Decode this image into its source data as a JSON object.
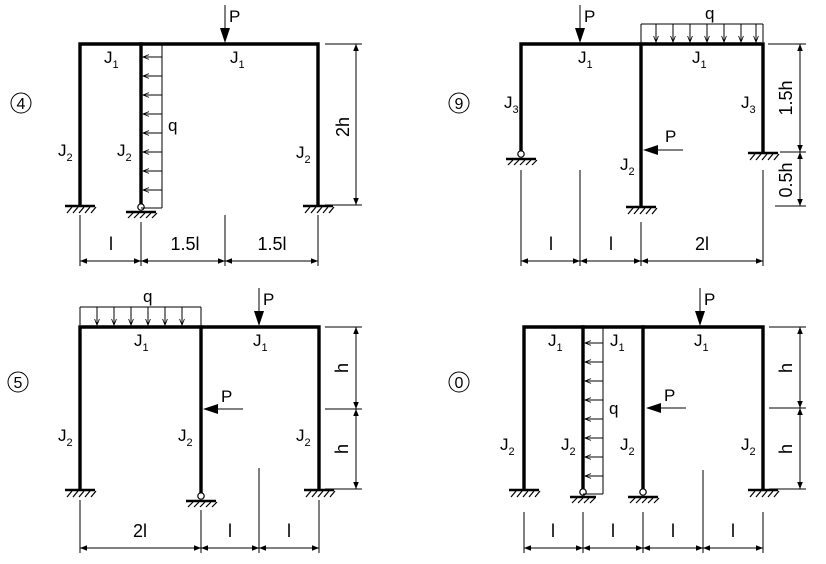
{
  "symbols": {
    "P": "P",
    "q": "q"
  },
  "variants": [
    {
      "number": "4",
      "labels": {
        "top_left": "J",
        "top_left_sub": "1",
        "top_right": "J",
        "top_right_sub": "1",
        "col_left": "J",
        "col_left_sub": "2",
        "col_mid": "J",
        "col_mid_sub": "2",
        "col_right": "J",
        "col_right_sub": "2"
      },
      "spans": [
        "l",
        "1.5l",
        "1.5l"
      ],
      "heights": [
        "2h"
      ]
    },
    {
      "number": "9",
      "labels": {
        "top_left": "J",
        "top_left_sub": "1",
        "top_right": "J",
        "top_right_sub": "1",
        "col_left": "J",
        "col_left_sub": "3",
        "col_mid": "J",
        "col_mid_sub": "2",
        "col_right": "J",
        "col_right_sub": "3"
      },
      "spans": [
        "l",
        "l",
        "2l"
      ],
      "heights": [
        "1.5h",
        "0.5h"
      ]
    },
    {
      "number": "5",
      "labels": {
        "top_left": "J",
        "top_left_sub": "1",
        "top_right": "J",
        "top_right_sub": "1",
        "col_left": "J",
        "col_left_sub": "2",
        "col_mid": "J",
        "col_mid_sub": "2",
        "col_right": "J",
        "col_right_sub": "2"
      },
      "spans": [
        "2l",
        "l",
        "l"
      ],
      "heights": [
        "h",
        "h"
      ]
    },
    {
      "number": "0",
      "labels": {
        "top_left": "J",
        "top_left_sub": "1",
        "top_mid": "J",
        "top_mid_sub": "1",
        "top_right": "J",
        "top_right_sub": "1",
        "col_left": "J",
        "col_left_sub": "2",
        "col_q": "J",
        "col_q_sub": "2",
        "col_mid": "J",
        "col_mid_sub": "2",
        "col_right": "J",
        "col_right_sub": "2"
      },
      "spans": [
        "l",
        "l",
        "l",
        "l"
      ],
      "heights": [
        "h",
        "h"
      ]
    }
  ]
}
